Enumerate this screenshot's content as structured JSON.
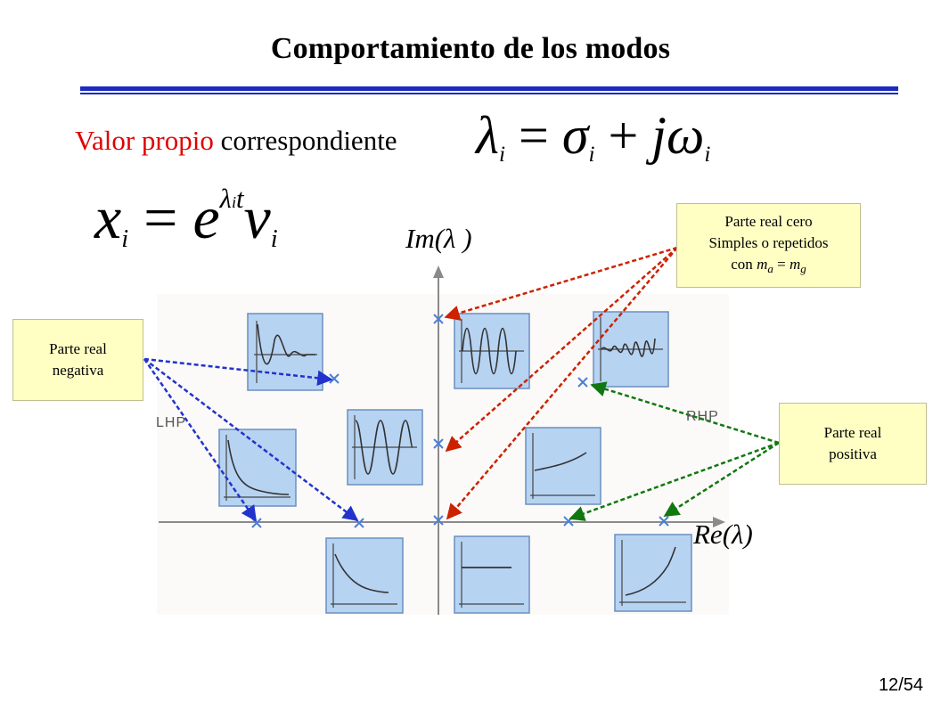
{
  "title": "Comportamiento de los modos",
  "eigen_line": {
    "term_red": "Valor propio",
    "term_black": "correspondiente"
  },
  "formulas": {
    "eigenvalue": {
      "lhs": "λ",
      "lhs_sub": "i",
      "eq": "=",
      "sigma": "σ",
      "sigma_sub": "i",
      "plus": "+",
      "j": "j",
      "omega": "ω",
      "omega_sub": "i"
    },
    "mode": {
      "x": "x",
      "x_sub": "i",
      "eq": "=",
      "e": "e",
      "exp": "λ",
      "exp_sub": "i",
      "exp_t": "t",
      "v": "v",
      "v_sub": "i"
    }
  },
  "axes": {
    "im": "Im(λ )",
    "re": "Re(λ)"
  },
  "half_planes": {
    "left": "LHP",
    "right": "RHP"
  },
  "callouts": {
    "negative": {
      "line1": "Parte real",
      "line2": "negativa"
    },
    "zero": {
      "line1": "Parte real cero",
      "line2": "Simples o repetidos",
      "line3_pre": "con ",
      "m": "m",
      "a": "a",
      "eq": " = ",
      "g": "g"
    },
    "positive": {
      "line1": "Parte real",
      "line2": "positiva"
    }
  },
  "colors": {
    "title_rule": "#1b2bbf",
    "valor_propio": "#e00000",
    "arrow_negative": "#2233cc",
    "arrow_zero": "#cc2200",
    "arrow_positive": "#117711",
    "pole_marker": "#4a7fd6",
    "panel_fill": "#b7d3f2",
    "callout_fill": "#ffffc4"
  },
  "page": {
    "current": "12",
    "sep": "/",
    "total": "54"
  }
}
